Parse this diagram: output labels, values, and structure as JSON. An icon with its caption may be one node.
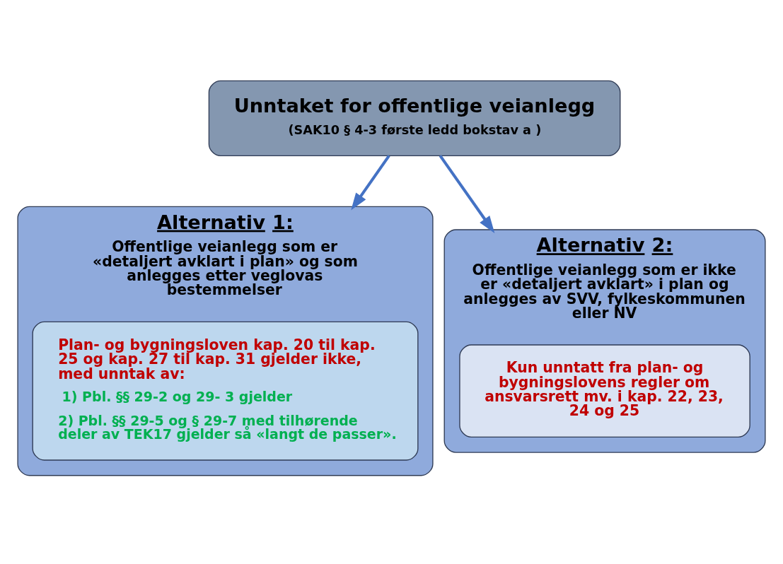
{
  "diagram": {
    "nodes": [
      {
        "text": [
          "Unntaket for offentlige veianlegg",
          "(SAK10 § 4-3 første ledd bokstav a )"
        ]
      },
      {
        "text": [
          "Alternativ 1:",
          "Offentlige veianlegg som er «detaljert avklart i plan» og som anlegges etter veglovas bestemmelser"
        ]
      },
      {
        "text": [
          "Plan- og bygningsloven kap. 20 til kap. 25 og kap. 27 til kap. 31 gjelder ikke, med unntak av:",
          "1) Pbl. §§ 29-2 og 29- 3 gjelder",
          "2) Pbl. §§ 29-5 og § 29-7 med tilhørende deler av TEK17 gjelder så «langt de passer»."
        ],
        "in": 1
      },
      {
        "text": [
          "Alternativ 2:",
          "Offentlige veianlegg som er ikke er «detaljert avklart» i plan og anlegges av SVV, fylkeskommunen eller NV"
        ]
      },
      {
        "text": [
          "Kun unntatt fra plan- og bygningslovens regler om ansvarsrett mv. i kap. 22, 23, 24 og 25"
        ],
        "in": 3
      }
    ],
    "edges": [
      {
        "from": 0,
        "to": 1,
        "arrow": "to"
      },
      {
        "from": 0,
        "to": 3,
        "arrow": "to"
      }
    ]
  }
}
